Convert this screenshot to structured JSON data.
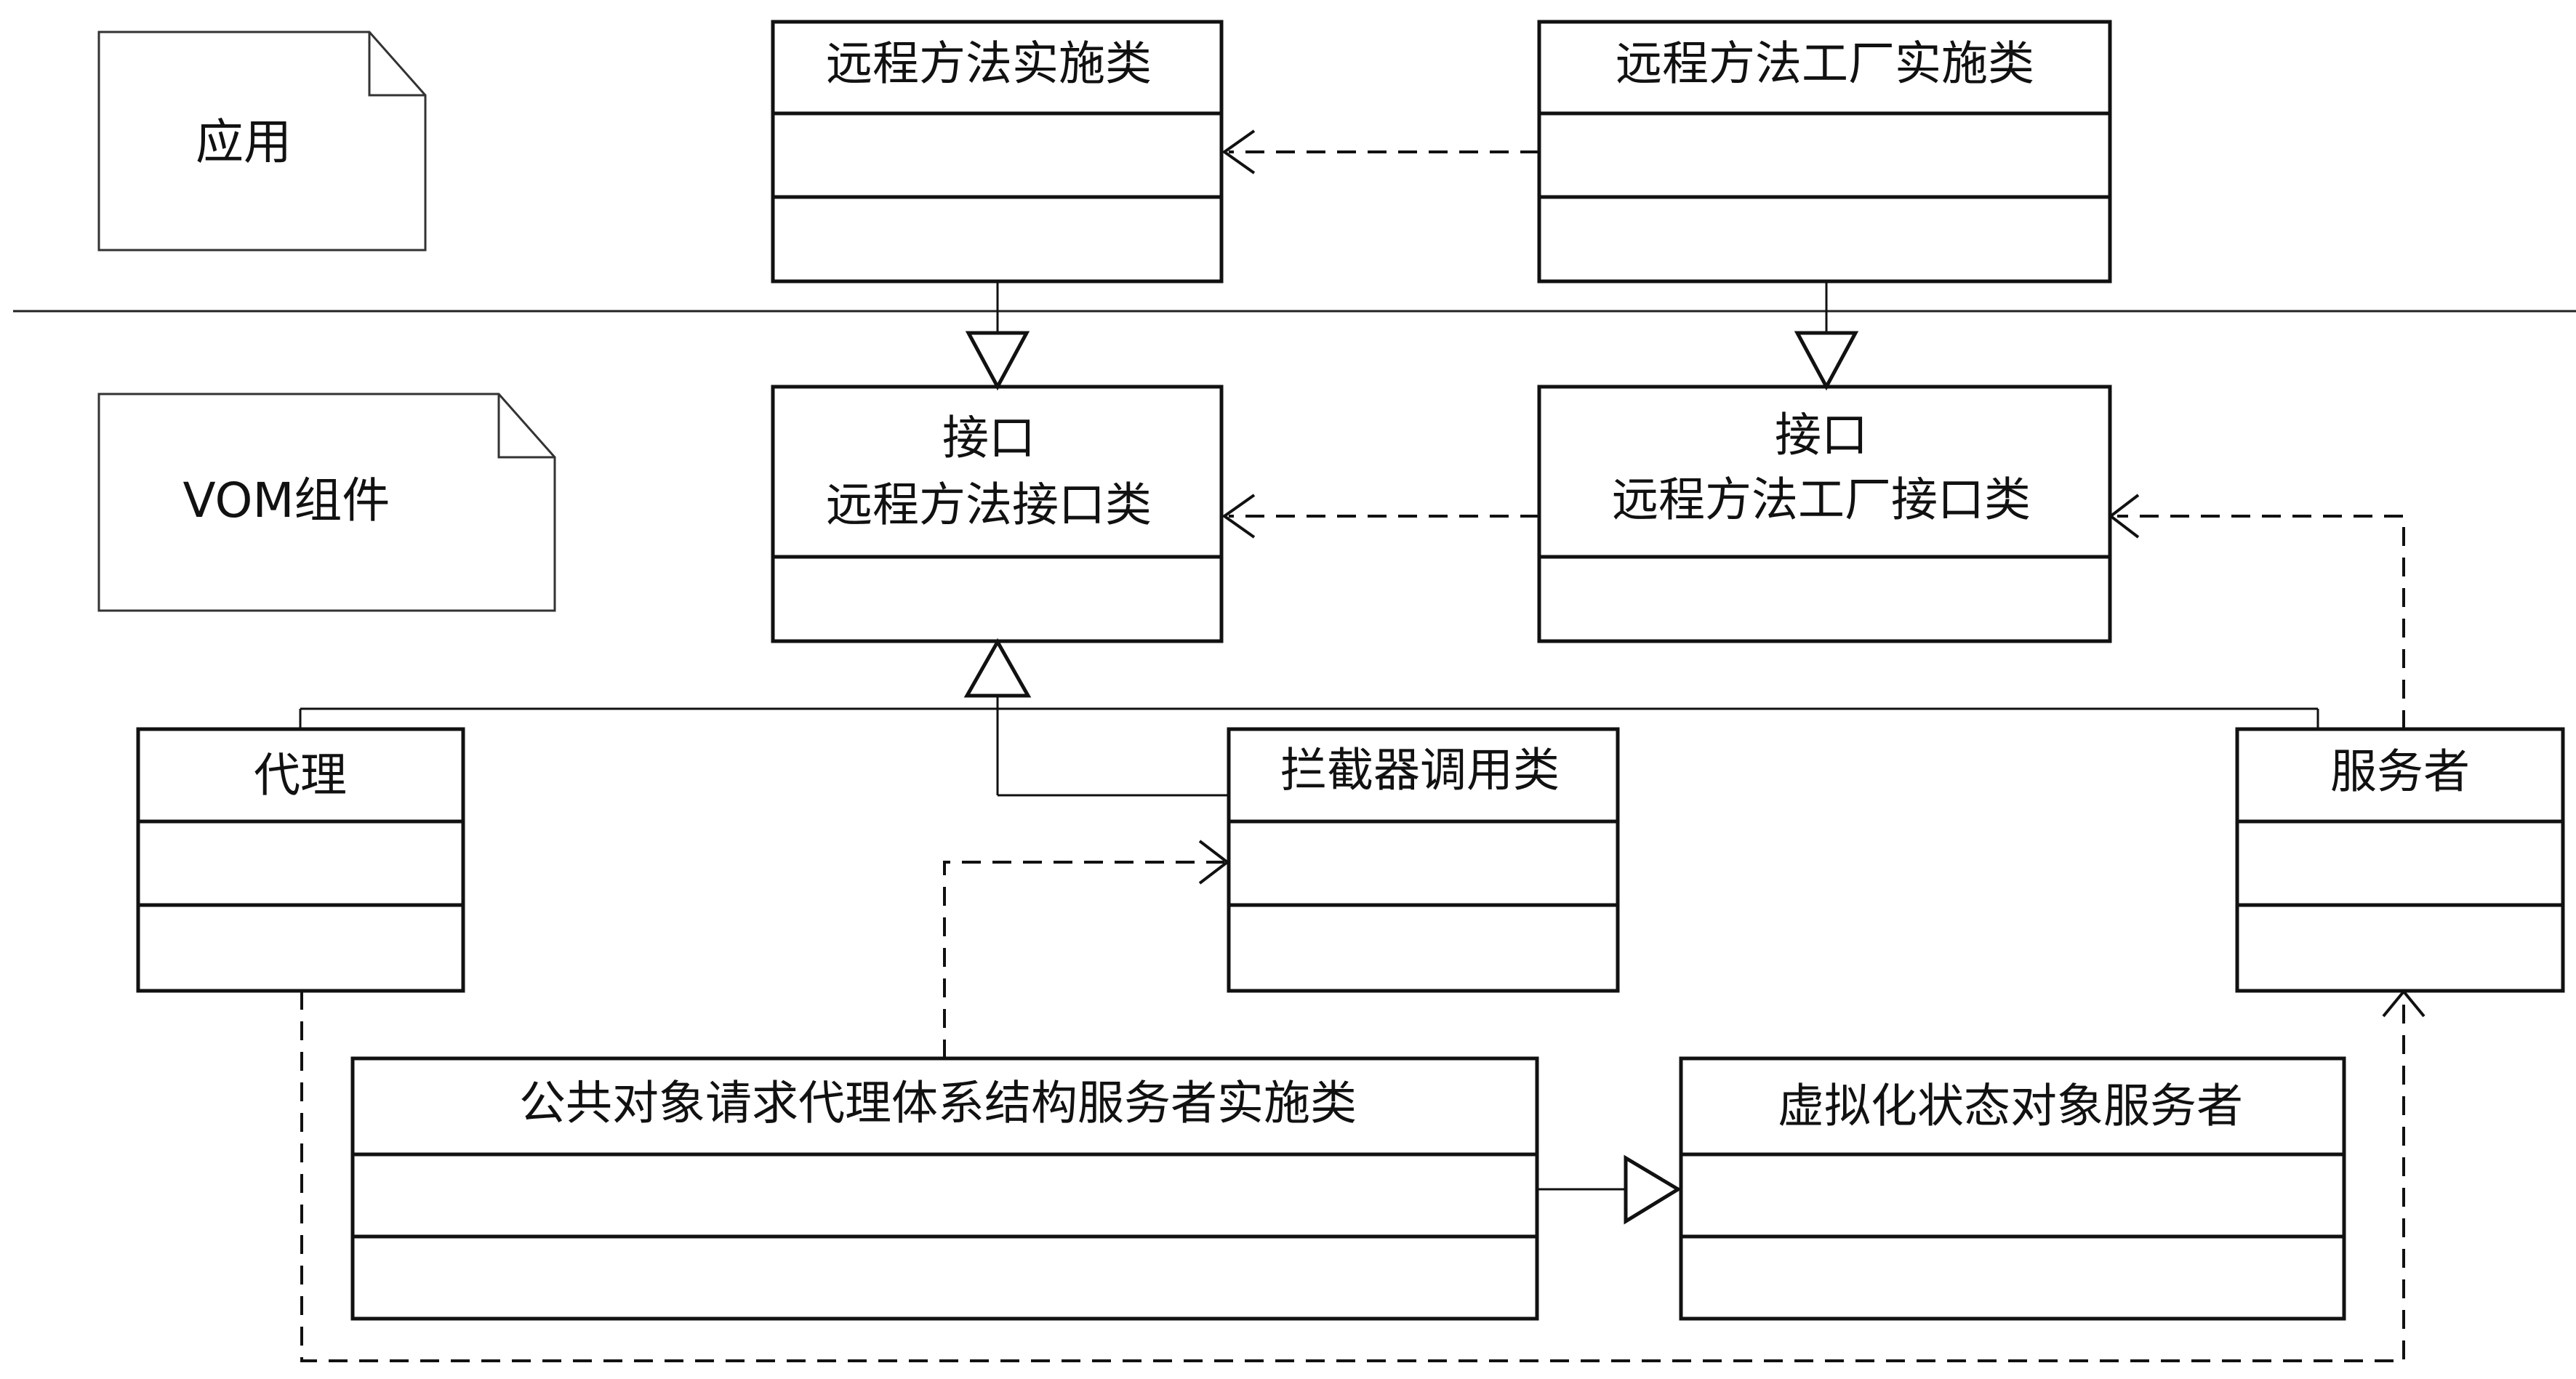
{
  "notes": {
    "app": "应用",
    "vom": "VOM组件"
  },
  "classes": {
    "remote_impl": "远程方法实施类",
    "remote_factory_impl": "远程方法工厂实施类",
    "interface_stereotype_1": "接口",
    "remote_interface": "远程方法接口类",
    "interface_stereotype_2": "接口",
    "remote_factory_interface": "远程方法工厂接口类",
    "proxy": "代理",
    "interceptor": "拦截器调用类",
    "servant": "服务者",
    "corba_servant_impl": "公共对象请求代理体系结构服务者实施类",
    "virtual_servant": "虚拟化状态对象服务者"
  }
}
